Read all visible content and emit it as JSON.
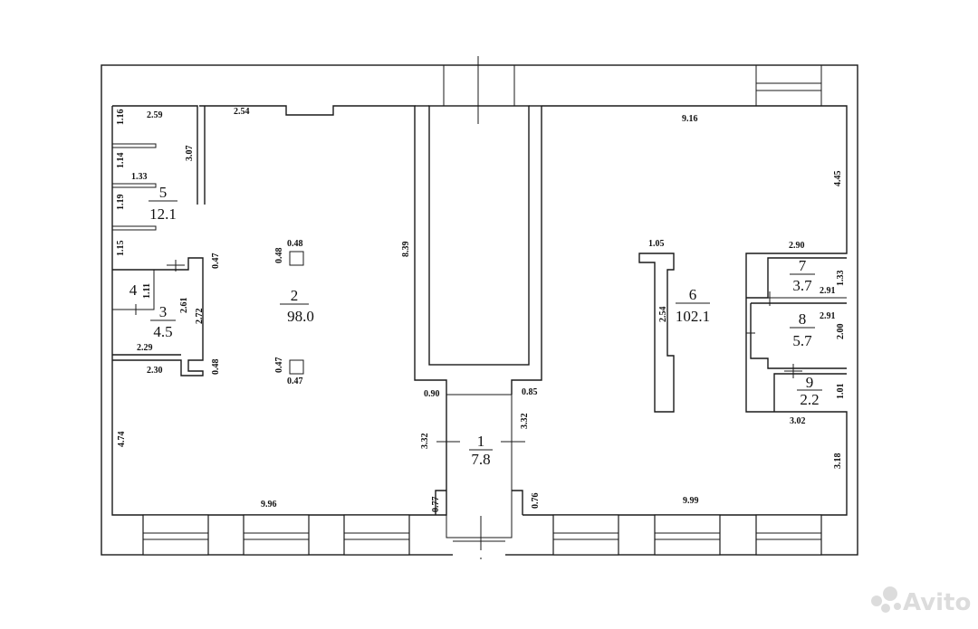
{
  "rooms": [
    {
      "id": "1",
      "area": "7.8"
    },
    {
      "id": "2",
      "area": "98.0"
    },
    {
      "id": "3",
      "area": "4.5"
    },
    {
      "id": "4",
      "area": ""
    },
    {
      "id": "5",
      "area": "12.1"
    },
    {
      "id": "6",
      "area": "102.1"
    },
    {
      "id": "7",
      "area": "3.7"
    },
    {
      "id": "8",
      "area": "5.7"
    },
    {
      "id": "9",
      "area": "2.2"
    }
  ],
  "dimensions": {
    "d_2_59": "2.59",
    "d_1_16": "1.16",
    "d_1_14": "1.14",
    "d_1_33": "1.33",
    "d_1_19": "1.19",
    "d_1_15": "1.15",
    "d_3_07": "3.07",
    "d_2_54_top": "2.54",
    "d_0_47_a": "0.47",
    "d_0_48_col1": "0.48",
    "d_0_48_col1b": "0.48",
    "d_8_39": "8.39",
    "d_1_11": "1.11",
    "d_2_61": "2.61",
    "d_2_72": "2.72",
    "d_2_29": "2.29",
    "d_2_30": "2.30",
    "d_0_48_b": "0.48",
    "d_0_47_col2": "0.47",
    "d_0_47_col2b": "0.47",
    "d_4_74": "4.74",
    "d_9_96": "9.96",
    "d_0_90": "0.90",
    "d_3_32_l": "3.32",
    "d_0_77": "0.77",
    "d_0_85": "0.85",
    "d_3_32_r": "3.32",
    "d_0_76": "0.76",
    "d_9_16": "9.16",
    "d_4_45": "4.45",
    "d_2_90": "2.90",
    "d_1_05": "1.05",
    "d_2_54_mid": "2.54",
    "d_1_33_r": "1.33",
    "d_2_91_a": "2.91",
    "d_2_91_b": "2.91",
    "d_2_00": "2.00",
    "d_1_01": "1.01",
    "d_3_02": "3.02",
    "d_3_18": "3.18",
    "d_9_99": "9.99"
  },
  "watermark": {
    "brand": "Avito"
  }
}
